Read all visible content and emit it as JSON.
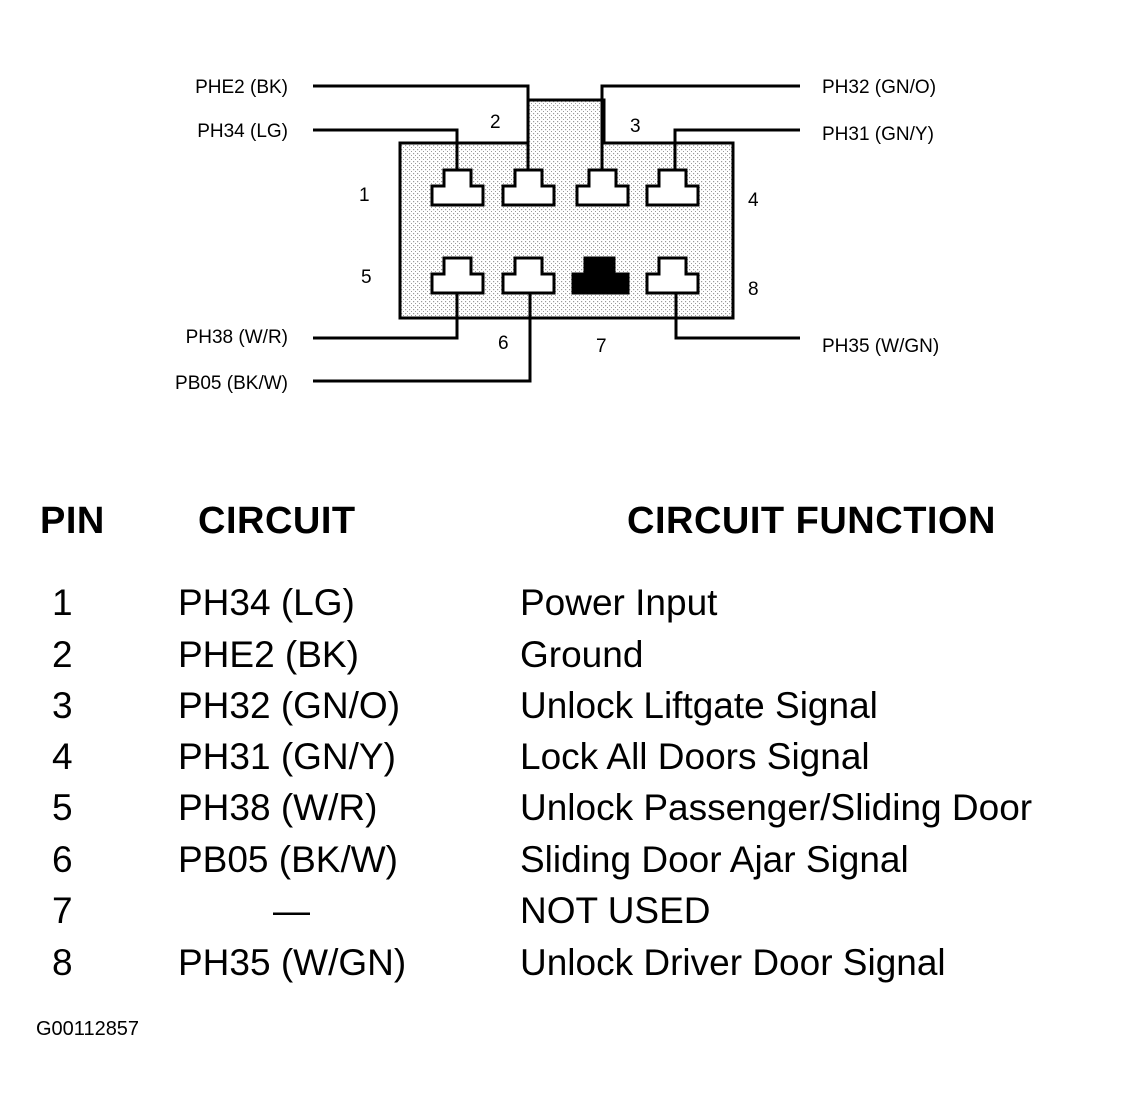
{
  "connector": {
    "wire_labels": {
      "w1": "PH34 (LG)",
      "w2": "PHE2 (BK)",
      "w3": "PH32 (GN/O)",
      "w4": "PH31 (GN/Y)",
      "w5": "PH38 (W/R)",
      "w6": "PB05 (BK/W)",
      "w8": "PH35 (W/GN)"
    },
    "pin_numbers": [
      "1",
      "2",
      "3",
      "4",
      "5",
      "6",
      "7",
      "8"
    ]
  },
  "table": {
    "headers": {
      "pin": "PIN",
      "circuit": "CIRCUIT",
      "function": "CIRCUIT FUNCTION"
    },
    "rows": [
      {
        "pin": "1",
        "circuit": "PH34 (LG)",
        "function": "Power Input"
      },
      {
        "pin": "2",
        "circuit": "PHE2 (BK)",
        "function": "Ground"
      },
      {
        "pin": "3",
        "circuit": "PH32 (GN/O)",
        "function": "Unlock Liftgate Signal"
      },
      {
        "pin": "4",
        "circuit": "PH31 (GN/Y)",
        "function": "Lock All Doors Signal"
      },
      {
        "pin": "5",
        "circuit": "PH38 (W/R)",
        "function": "Unlock Passenger/Sliding Door"
      },
      {
        "pin": "6",
        "circuit": "PB05 (BK/W)",
        "function": "Sliding Door Ajar Signal"
      },
      {
        "pin": "7",
        "circuit": "—",
        "function": "NOT USED"
      },
      {
        "pin": "8",
        "circuit": "PH35 (W/GN)",
        "function": "Unlock Driver Door Signal"
      }
    ]
  },
  "reference_code": "G00112857"
}
